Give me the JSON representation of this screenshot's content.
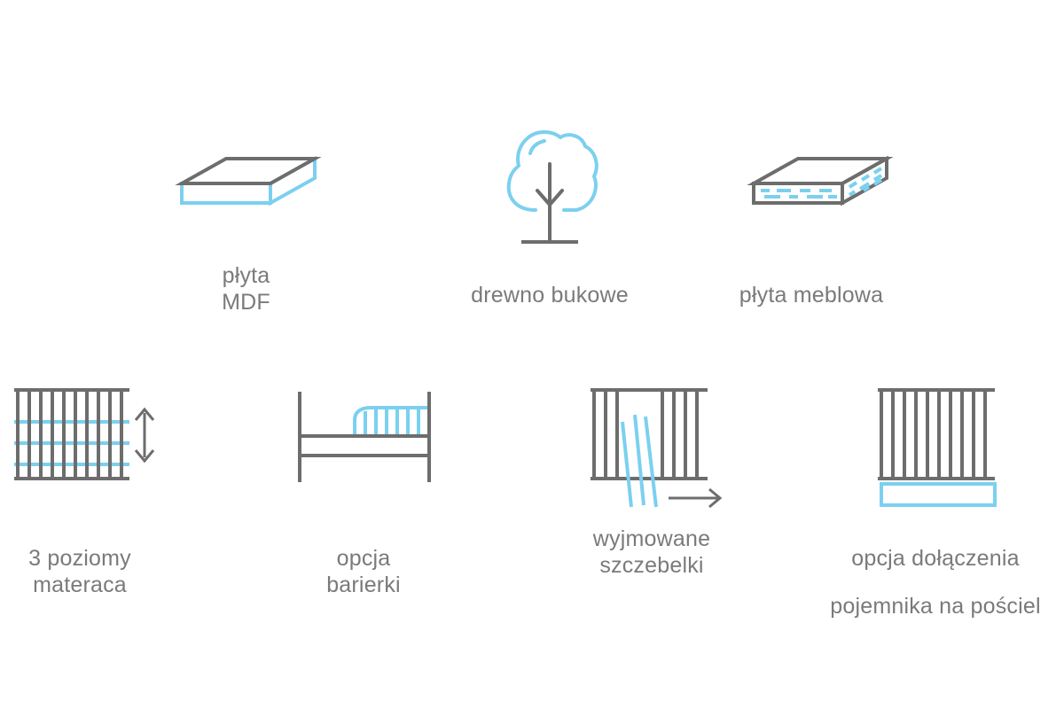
{
  "colors": {
    "gray": "#6d6d6d",
    "blue": "#7bd0ef",
    "text": "#7a7a7a"
  },
  "features": {
    "mdf": {
      "icon": "mdf-board-icon",
      "line1": "płyta",
      "line2": "MDF"
    },
    "beech": {
      "icon": "tree-icon",
      "label": "drewno bukowe"
    },
    "furniture_board": {
      "icon": "furniture-board-icon",
      "label": "płyta meblowa"
    },
    "mattress_levels": {
      "icon": "mattress-levels-icon",
      "line1": "3 poziomy",
      "line2": "materaca"
    },
    "barrier": {
      "icon": "bed-barrier-icon",
      "line1": "opcja",
      "line2": "barierki"
    },
    "removable_rungs": {
      "icon": "removable-rungs-icon",
      "line1": "wyjmowane",
      "line2": "szczebelki"
    },
    "bedding_container": {
      "icon": "bedding-container-icon",
      "line1": "opcja dołączenia",
      "line2": "pojemnika na pościel"
    }
  }
}
